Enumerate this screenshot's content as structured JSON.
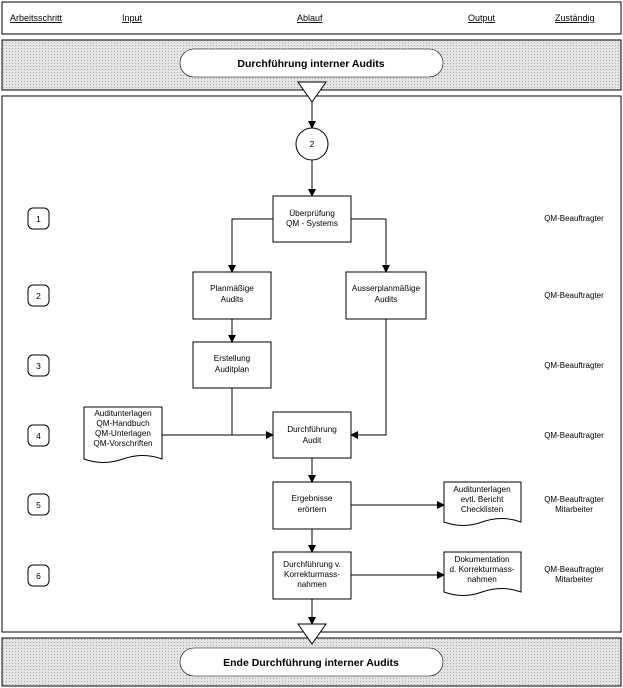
{
  "header": {
    "columns": [
      "Arbeitsschritt",
      "Input",
      "Ablauf",
      "Output",
      "Zuständig"
    ]
  },
  "start_banner": {
    "title": "Durchführung interner Audits"
  },
  "end_banner": {
    "title": "Ende Durchführung interner Audits"
  },
  "connector": {
    "label": "2"
  },
  "steps": [
    "1",
    "2",
    "3",
    "4",
    "5",
    "6"
  ],
  "boxes": {
    "ueberpruefung": [
      "Überprüfung",
      "QM - Systems"
    ],
    "planmaessige": [
      "Planmäßige",
      "Audits"
    ],
    "ausserplanmaessige": [
      "Ausserplanmäßige",
      "Audits"
    ],
    "erstellung": [
      "Erstellung",
      "Auditplan"
    ],
    "durchfuehrung": [
      "Durchführung",
      "Audit"
    ],
    "ergebnisse": [
      "Ergebnisse",
      "erörtern"
    ],
    "korrektur": [
      "Durchführung v.",
      "Korrekturmass-",
      "nahmen"
    ]
  },
  "documents": {
    "input_unterlagen": [
      "Auditunterlagen",
      "QM-Handbuch",
      "QM-Unterlagen",
      "QM-Vorschriften"
    ],
    "output_bericht": [
      "Auditunterlagen",
      "evtl. Bericht",
      "Checklisten"
    ],
    "output_doku": [
      "Dokumentation",
      "d. Korrekturmass-",
      "nahmen"
    ]
  },
  "roles": [
    [
      "QM-Beauftragter"
    ],
    [
      "QM-Beauftragter"
    ],
    [
      "QM-Beauftragter"
    ],
    [
      "QM-Beauftragter"
    ],
    [
      "QM-Beauftragter",
      "Mitarbeiter"
    ],
    [
      "QM-Beauftragter",
      "Mitarbeiter"
    ]
  ]
}
